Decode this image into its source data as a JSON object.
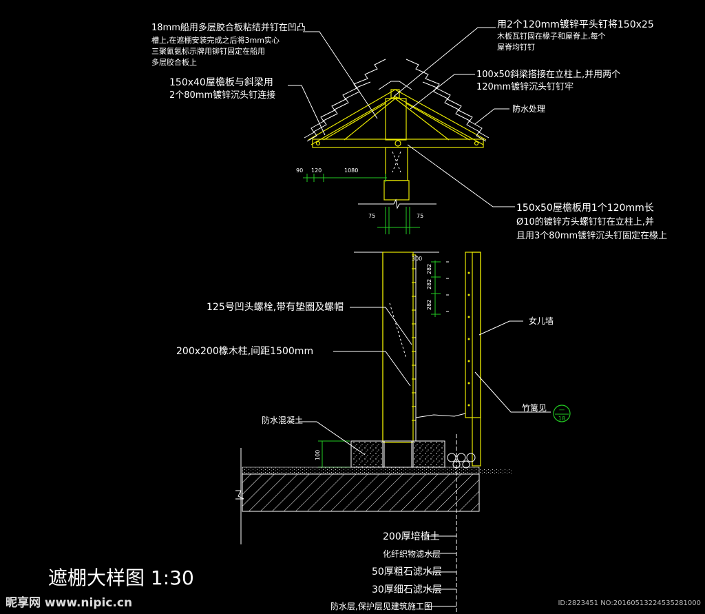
{
  "colors": {
    "background": "#000000",
    "annotation": "#ffffff",
    "structure": "#e8e800",
    "dimension": "#22cc22",
    "callout": "#22cc22"
  },
  "notes": {
    "n1": [
      "18mm船用多层胶合板粘结并钉在凹凸",
      "槽上,在遮棚安装完成之后将3mm实心",
      "三聚氰氨标示牌用铆钉固定在船用",
      "多层胶合板上"
    ],
    "n2": [
      "150x40屋檐板与斜梁用",
      "2个80mm镀锌沉头钉连接"
    ],
    "n3": [
      "用2个120mm镀锌平头钉将150x25",
      "木板瓦钉固在椽子和屋脊上,每个",
      "屋脊均钉钉"
    ],
    "n4": [
      "100x50斜梁搭接在立柱上,并用两个",
      "120mm镀锌沉头钉钉牢"
    ],
    "n5": "防水处理",
    "n6": [
      "150x50屋檐板用1个120mm长",
      "Ø10的镀锌方头螺钉钉在立柱上,并",
      "且用3个80mm镀锌沉头钉固定在椽上"
    ],
    "n7": "125号凹头螺栓,带有垫圈及螺帽",
    "n8": "200x200橡木柱,间距1500mm",
    "n9": "女儿墙",
    "n10": "竹篱见",
    "n11": "防水混凝土"
  },
  "callout": {
    "top": "一",
    "bottom": "18"
  },
  "dims": {
    "d90": "90",
    "d120": "120",
    "d1080": "1080",
    "d75a": "75",
    "d75b": "75",
    "d300": "300",
    "d282a": "282",
    "d282b": "282",
    "d282c": "282",
    "d100": "100"
  },
  "layers": [
    "200厚培植土",
    "化纤织物滤水层",
    "50厚粗石滤水层",
    "30厚细石滤水层",
    "防水层,保护层见建筑施工图"
  ],
  "title": "遮棚大样图 1:30",
  "watermark": {
    "logo": "昵享网 www.nipic.cn",
    "id": "ID:2823451 NO:20160513224535281000"
  }
}
